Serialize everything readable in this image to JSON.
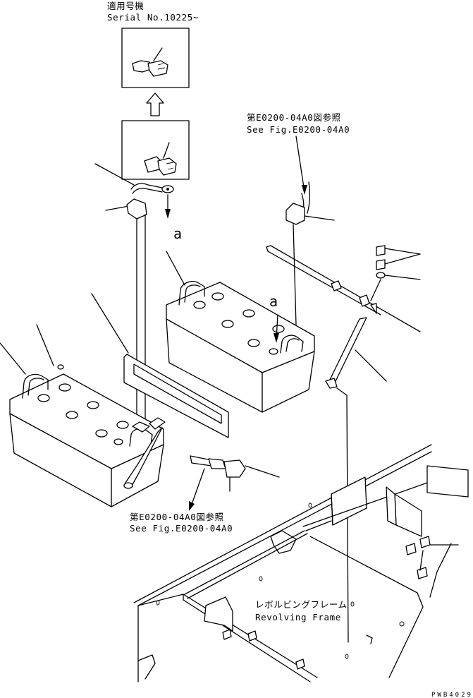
{
  "labels": {
    "applicable_jp": "適用号機",
    "serial": "Serial No.10225~",
    "ref_top_jp": "第E0200-04A0図参照",
    "ref_top_en": "See Fig.E0200-04A0",
    "ref_bottom_jp": "第E0200-04A0図参照",
    "ref_bottom_en": "See Fig.E0200-04A0",
    "frame_jp": "レボルビングフレーム",
    "frame_en": "Revolving Frame",
    "mark_a1": "a",
    "mark_a2": "a",
    "drawing_code": "PWB4029"
  }
}
